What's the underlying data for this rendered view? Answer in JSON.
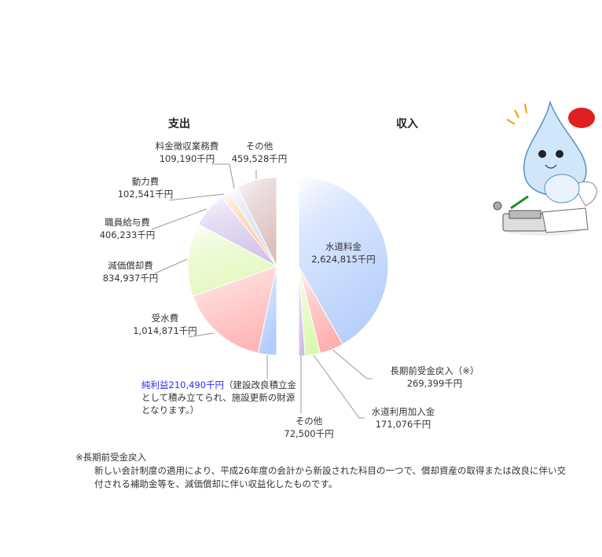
{
  "chart_data": [
    {
      "type": "pie",
      "variant": "half-pie-left",
      "title": "支出",
      "unit": "千円",
      "slices": [
        {
          "name": "その他",
          "value": 459528,
          "label": "459,528千円",
          "color": "#dcc0c0"
        },
        {
          "name": "料金徴収業務費",
          "value": 109190,
          "label": "109,190千円",
          "color": "#d6dde9"
        },
        {
          "name": "動力費",
          "value": 102541,
          "label": "102,541千円",
          "color": "#fcc9a0"
        },
        {
          "name": "職員給与費",
          "value": 406233,
          "label": "406,233千円",
          "color": "#d4c4ea"
        },
        {
          "name": "減価償却費",
          "value": 834937,
          "label": "834,937千円",
          "color": "#e2f8bd"
        },
        {
          "name": "受水費",
          "value": 1014871,
          "label": "1,014,871千円",
          "color": "#ffb8b8"
        },
        {
          "name": "純利益",
          "value": 210490,
          "label": "210,490千円",
          "color": "#b2ccff"
        }
      ]
    },
    {
      "type": "pie",
      "variant": "half-pie-right",
      "title": "収入",
      "unit": "千円",
      "slices": [
        {
          "name": "水道料金",
          "value": 2624815,
          "label": "2,624,815千円",
          "color": "#b9d0fc"
        },
        {
          "name": "長期前受金戻入（※）",
          "value": 269399,
          "label": "269,399千円",
          "color": "#ffb0b0"
        },
        {
          "name": "水道利用加入金",
          "value": 171076,
          "label": "171,076千円",
          "color": "#dcf8b0"
        },
        {
          "name": "その他",
          "value": 72500,
          "label": "72,500千円",
          "color": "#cdbde6"
        }
      ]
    }
  ],
  "profit_note": {
    "highlight": "純利益210,490千円",
    "text": "（建設改良積立金として積み立てられ、施設更新の財源となります。）"
  },
  "footnote": {
    "title": "※長期前受金戻入",
    "body": "新しい会計制度の適用により、平成26年度の会計から新設された科目の一つで、償却資産の取得または改良に伴い交付される補助金等を、減価償却に伴い収益化したものです。"
  }
}
